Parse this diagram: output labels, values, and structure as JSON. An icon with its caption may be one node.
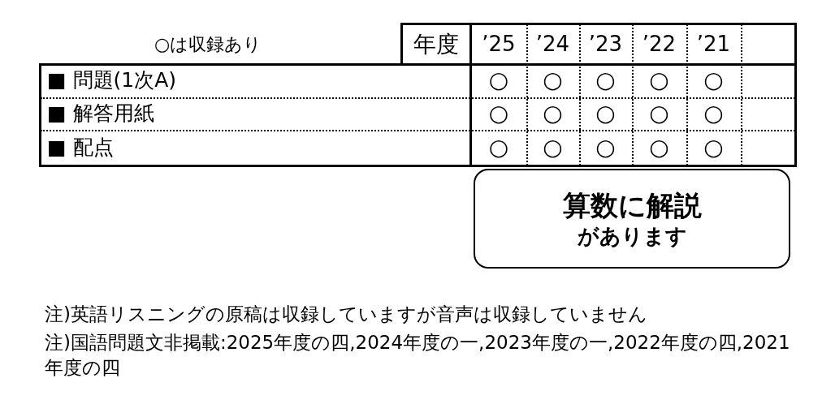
{
  "diagram": {
    "nodes": [
      {
        "text": [
          "算数に解説",
          "があります"
        ]
      }
    ],
    "labels": [
      "○は収録あり",
      "年度",
      "’25",
      "’24",
      "’23",
      "’22",
      "’21",
      "■ 問題(1次A)",
      "○",
      "○",
      "○",
      "○",
      "○",
      "■ 解答用紙",
      "○",
      "○",
      "○",
      "○",
      "○",
      "■ 配点",
      "○",
      "○",
      "○",
      "○",
      "○",
      "注)英語リスニングの原稿は収録していますが音声は収録していません",
      "注)国語問題文非掲載:2025年度の四,2024年度の一,2023年度の一,2022年度の四,2021年度の四"
    ]
  }
}
